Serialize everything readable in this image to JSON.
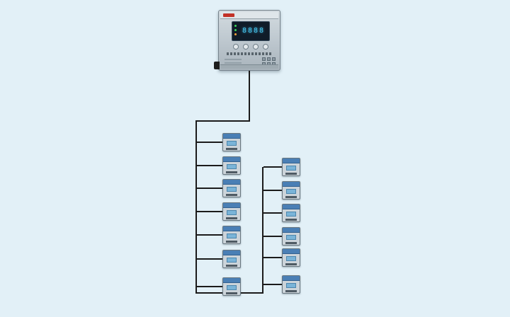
{
  "diagram": {
    "controller": {
      "display_value": "8888",
      "led_colors": [
        "#3ad65c",
        "#3ad65c",
        "#ffa33a"
      ]
    },
    "left_branch_count": 7,
    "right_branch_count": 6,
    "colors": {
      "background": "#e2f0f7",
      "wire": "#1b1b1b",
      "controller_body": "#c0cad1",
      "device_body": "#ccd4da",
      "device_band": "#4a7fb5",
      "device_screen": "#7ab4d8",
      "lcd_text": "#45c9f2"
    }
  }
}
